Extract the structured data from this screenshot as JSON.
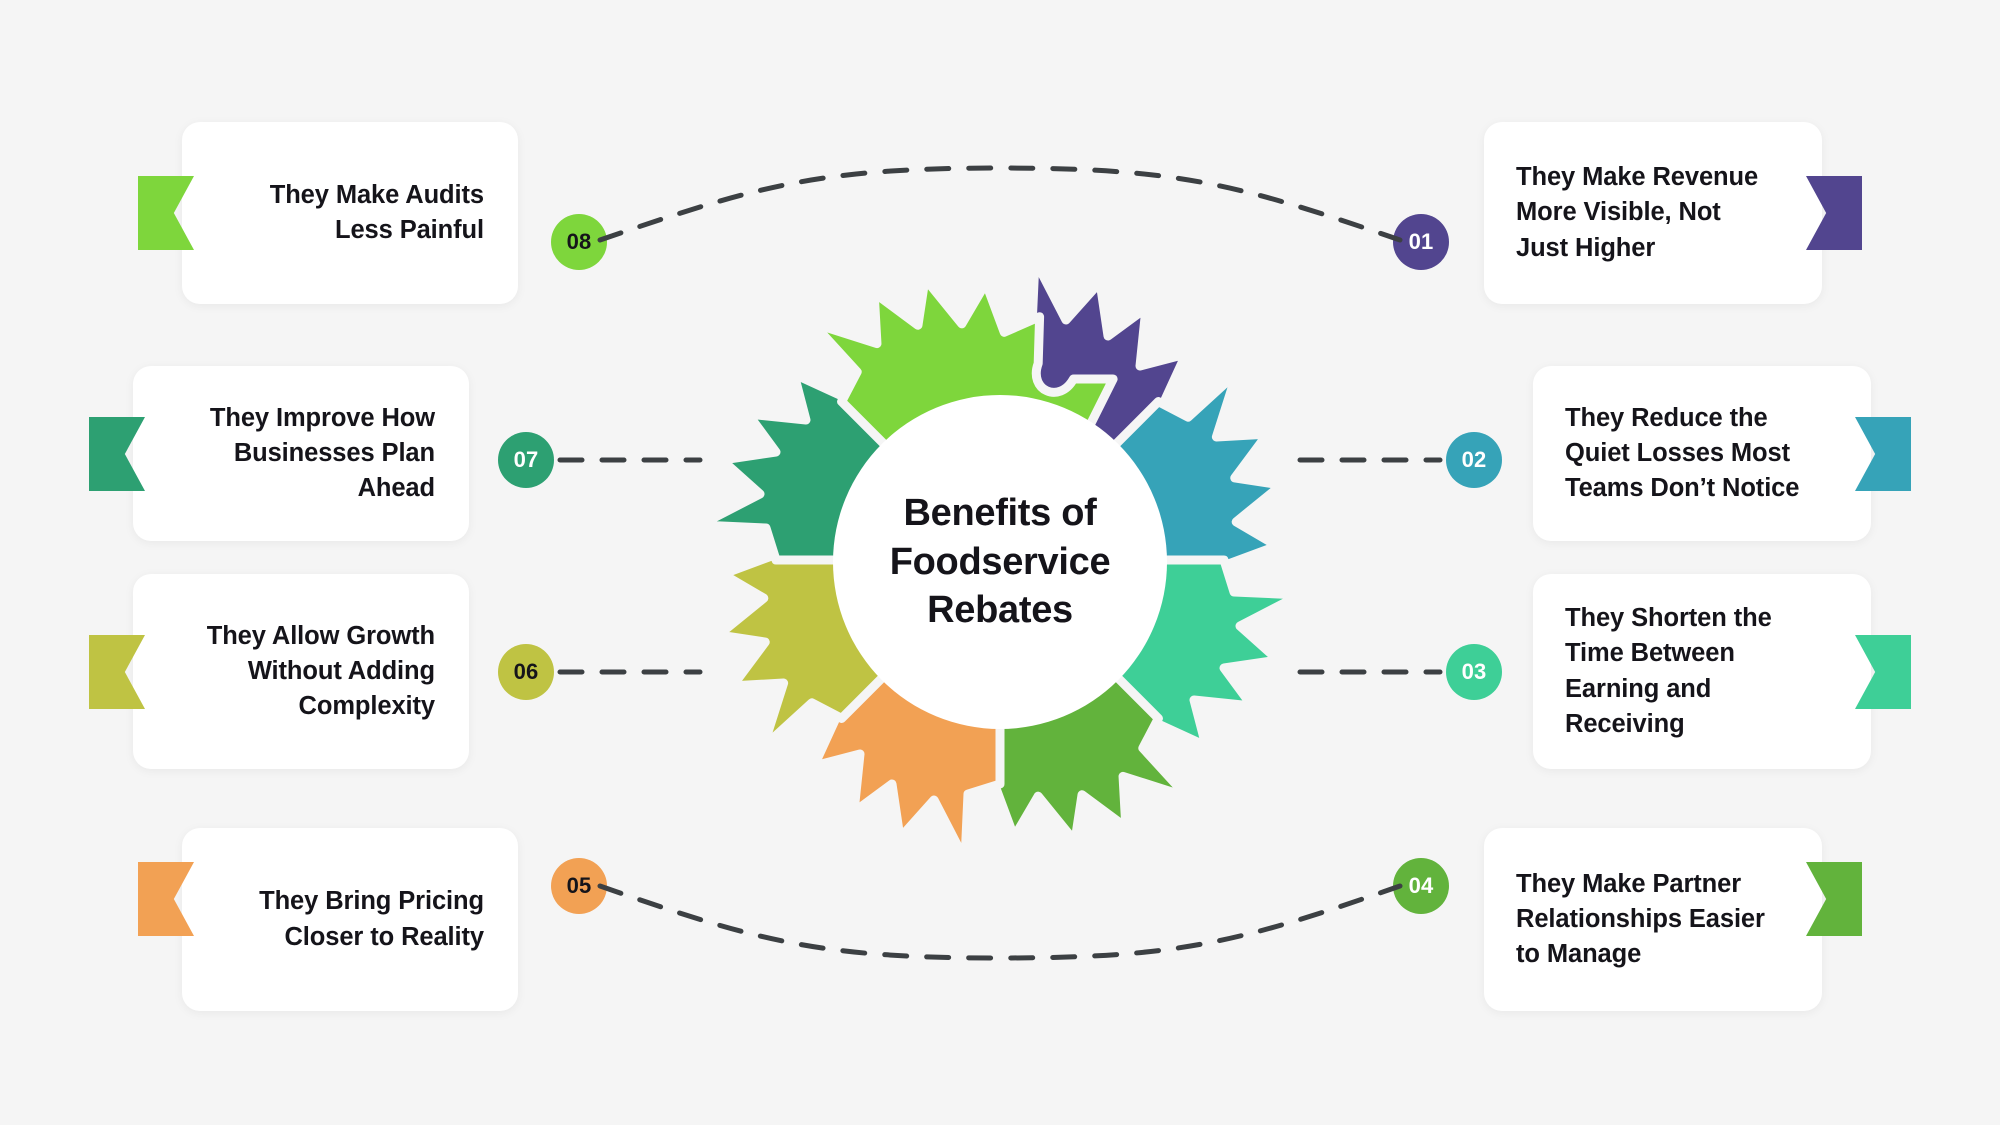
{
  "background_color": "#f5f5f5",
  "center": {
    "title": "Benefits of\nFoodservice\nRebates",
    "bg_color": "#ffffff"
  },
  "items": [
    {
      "number": "01",
      "text": "They Make Revenue More Visible, Not Just Higher",
      "color": "#52458f",
      "badge_text_color": "#ffffff",
      "side": "right"
    },
    {
      "number": "02",
      "text": "They Reduce the Quiet Losses Most Teams Don’t Notice",
      "color": "#36a3b8",
      "badge_text_color": "#ffffff",
      "side": "right"
    },
    {
      "number": "03",
      "text": "They Shorten the Time Between Earning and Receiving",
      "color": "#3ecf97",
      "badge_text_color": "#ffffff",
      "side": "right"
    },
    {
      "number": "04",
      "text": "They Make Partner Relationships Easier to Manage",
      "color": "#62b33c",
      "badge_text_color": "#ffffff",
      "side": "right"
    },
    {
      "number": "05",
      "text": "They Bring Pricing Closer to Reality",
      "color": "#f2a154",
      "badge_text_color": "#15141a",
      "side": "left"
    },
    {
      "number": "06",
      "text": "They Allow Growth Without Adding Complexity",
      "color": "#bfc343",
      "badge_text_color": "#15141a",
      "side": "left"
    },
    {
      "number": "07",
      "text": "They Improve How Businesses Plan Ahead",
      "color": "#2da072",
      "badge_text_color": "#ffffff",
      "side": "left"
    },
    {
      "number": "08",
      "text": "They Make Audits Less Painful",
      "color": "#7ed63c",
      "badge_text_color": "#15141a",
      "side": "left"
    }
  ]
}
